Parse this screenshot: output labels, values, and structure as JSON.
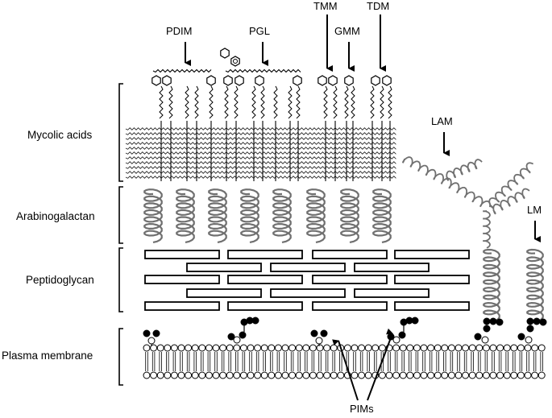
{
  "section_labels": {
    "mycolic_acids": "Mycolic acids",
    "arabinogalactan": "Arabinogalactan",
    "peptidoglycan": "Peptidoglycan",
    "plasma_membrane": "Plasma membrane"
  },
  "component_labels": {
    "pdim": "PDIM",
    "pgl": "PGL",
    "tmm": "TMM",
    "gmm": "GMM",
    "tdm": "TDM",
    "lam": "LAM",
    "lm": "LM",
    "pims": "PIMs"
  },
  "colors": {
    "stroke": "#000000",
    "coil": "#707070",
    "fill": "#ffffff",
    "dot": "#000000"
  }
}
